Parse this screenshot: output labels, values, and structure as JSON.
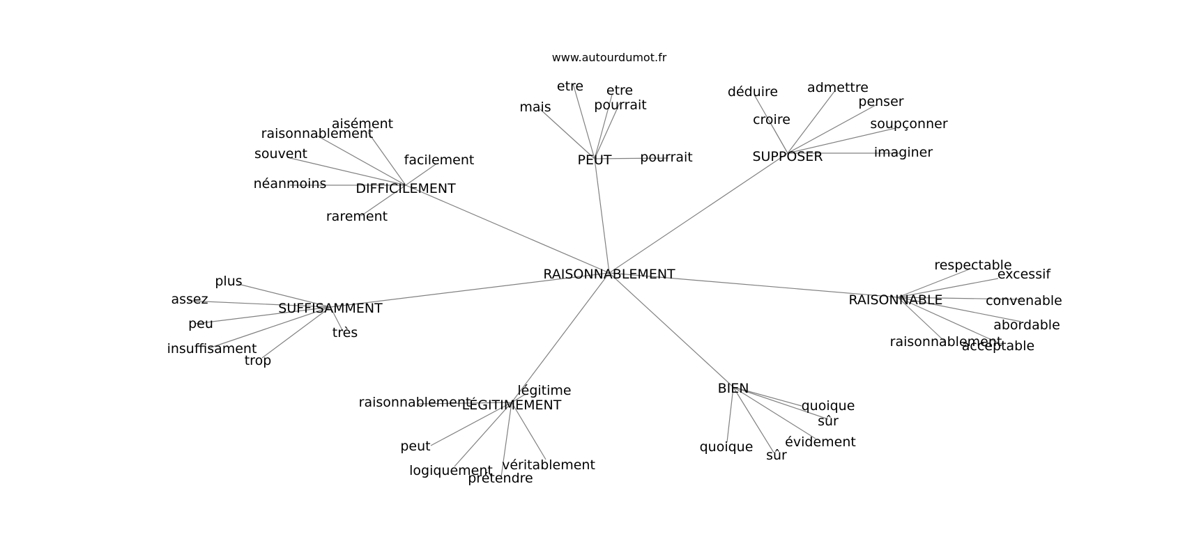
{
  "credit": "www.autourdumot.fr",
  "center": "RAISONNABLEMENT",
  "clusters": [
    {
      "hub": "PEUT",
      "words": [
        "etre",
        "mais",
        "etre",
        "pourrait",
        "pourrait"
      ]
    },
    {
      "hub": "SUPPOSER",
      "words": [
        "déduire",
        "admettre",
        "penser",
        "croire",
        "soupçonner",
        "imaginer"
      ]
    },
    {
      "hub": "DIFFICILEMENT",
      "words": [
        "aisément",
        "raisonnablement",
        "facilement",
        "souvent",
        "néanmoins",
        "rarement"
      ]
    },
    {
      "hub": "SUFFISAMMENT",
      "words": [
        "plus",
        "assez",
        "peu",
        "très",
        "insuffisament",
        "trop"
      ]
    },
    {
      "hub": "RAISONNABLE",
      "words": [
        "respectable",
        "excessif",
        "convenable",
        "abordable",
        "raisonnablement",
        "acceptable"
      ]
    },
    {
      "hub": "LÉGITIMEMENT",
      "words": [
        "légitime",
        "raisonnablement",
        "peut",
        "logiquement",
        "véritablement",
        "prétendre"
      ]
    },
    {
      "hub": "BIEN",
      "words": [
        "quoique",
        "sûr",
        "évidement",
        "quoique",
        "sûr"
      ]
    }
  ]
}
